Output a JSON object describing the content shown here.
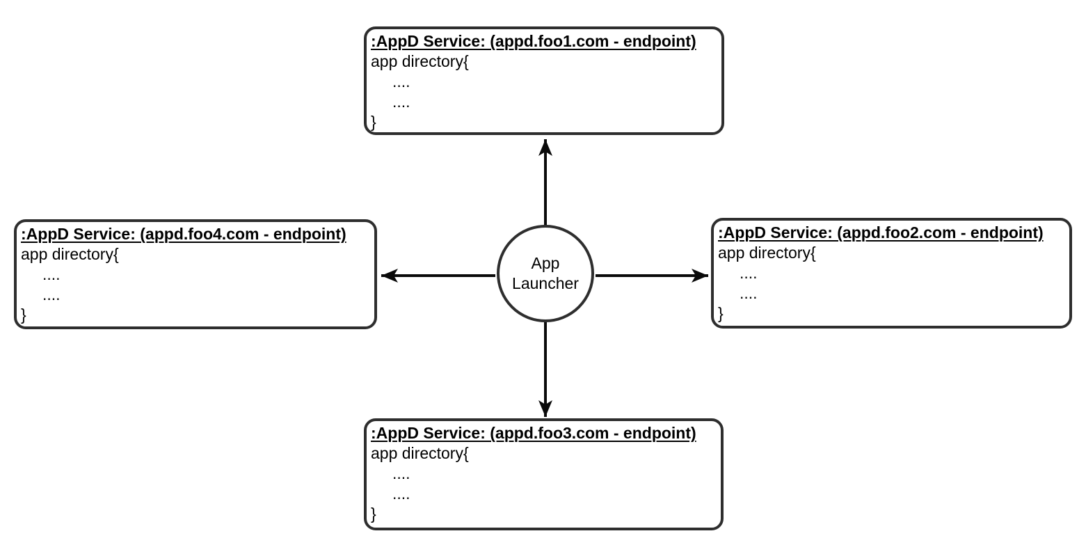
{
  "diagram": {
    "type": "hub-and-spoke",
    "center_node": {
      "shape": "circle",
      "label": "App Launcher"
    },
    "nodes": [
      {
        "position": "top",
        "title": ":AppD Service: (appd.foo1.com - endpoint)",
        "body": [
          "app directory{",
          "....",
          "....",
          "}"
        ]
      },
      {
        "position": "right",
        "title": ":AppD Service: (appd.foo2.com - endpoint)",
        "body": [
          "app directory{",
          "....",
          "....",
          "}"
        ]
      },
      {
        "position": "bottom",
        "title": ":AppD Service: (appd.foo3.com - endpoint)",
        "body": [
          "app directory{",
          "....",
          "....",
          "}"
        ]
      },
      {
        "position": "left",
        "title": ":AppD Service: (appd.foo4.com - endpoint)",
        "body": [
          "app directory{",
          "....",
          "....",
          "}"
        ]
      }
    ],
    "arrows": [
      {
        "from": "App Launcher",
        "to": "appd.foo1.com",
        "direction": "up"
      },
      {
        "from": "App Launcher",
        "to": "appd.foo2.com",
        "direction": "right"
      },
      {
        "from": "App Launcher",
        "to": "appd.foo3.com",
        "direction": "down"
      },
      {
        "from": "App Launcher",
        "to": "appd.foo4.com",
        "direction": "left"
      }
    ],
    "colors": {
      "border": "#2e2e2e",
      "arrow": "#0a0a0a",
      "text": "#000000",
      "background": "#ffffff"
    }
  }
}
